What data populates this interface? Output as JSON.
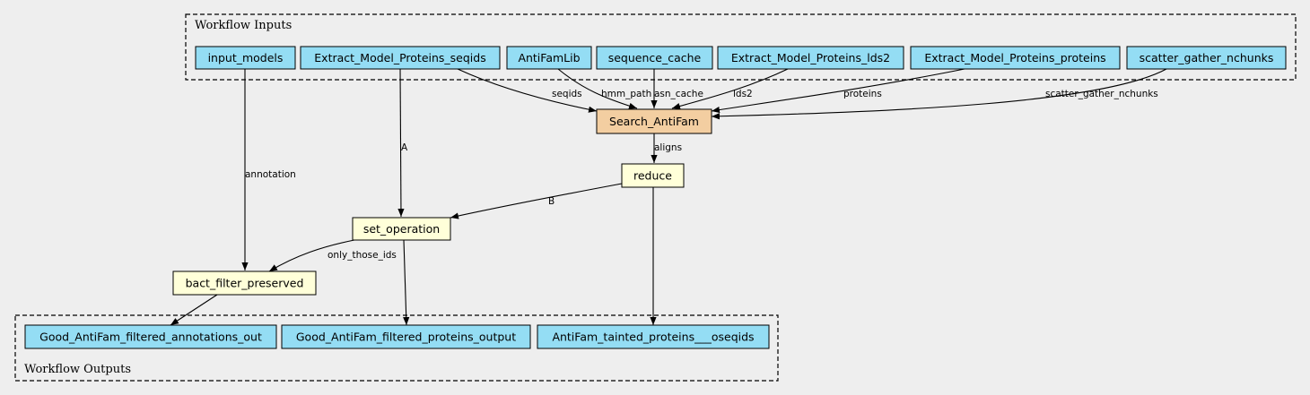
{
  "colors": {
    "background": "#eeeeee",
    "input_fill": "#94ddf4",
    "step_fill": "#ffffd9",
    "main_step_fill": "#f3cea1",
    "output_fill": "#94ddf4"
  },
  "clusters": {
    "inputs_label": "Workflow Inputs",
    "outputs_label": "Workflow Outputs"
  },
  "nodes": {
    "input_models": "input_models",
    "extract_seqids": "Extract_Model_Proteins_seqids",
    "antifamlib": "AntiFamLib",
    "sequence_cache": "sequence_cache",
    "extract_lds2": "Extract_Model_Proteins_lds2",
    "extract_proteins": "Extract_Model_Proteins_proteins",
    "scatter_gather": "scatter_gather_nchunks",
    "search_antifam": "Search_AntiFam",
    "reduce": "reduce",
    "set_operation": "set_operation",
    "bact_filter": "bact_filter_preserved",
    "out_annotations": "Good_AntiFam_filtered_annotations_out",
    "out_proteins": "Good_AntiFam_filtered_proteins_output",
    "out_tainted": "AntiFam_tainted_proteins___oseqids"
  },
  "edges": {
    "seqids": "seqids",
    "hmm_path": "hmm_path",
    "asn_cache": "asn_cache",
    "lds2": "lds2",
    "proteins": "proteins",
    "scatter_gather_nchunks": "scatter_gather_nchunks",
    "aligns": "aligns",
    "A": "A",
    "B": "B",
    "annotation": "annotation",
    "only_those_ids": "only_those_ids"
  }
}
